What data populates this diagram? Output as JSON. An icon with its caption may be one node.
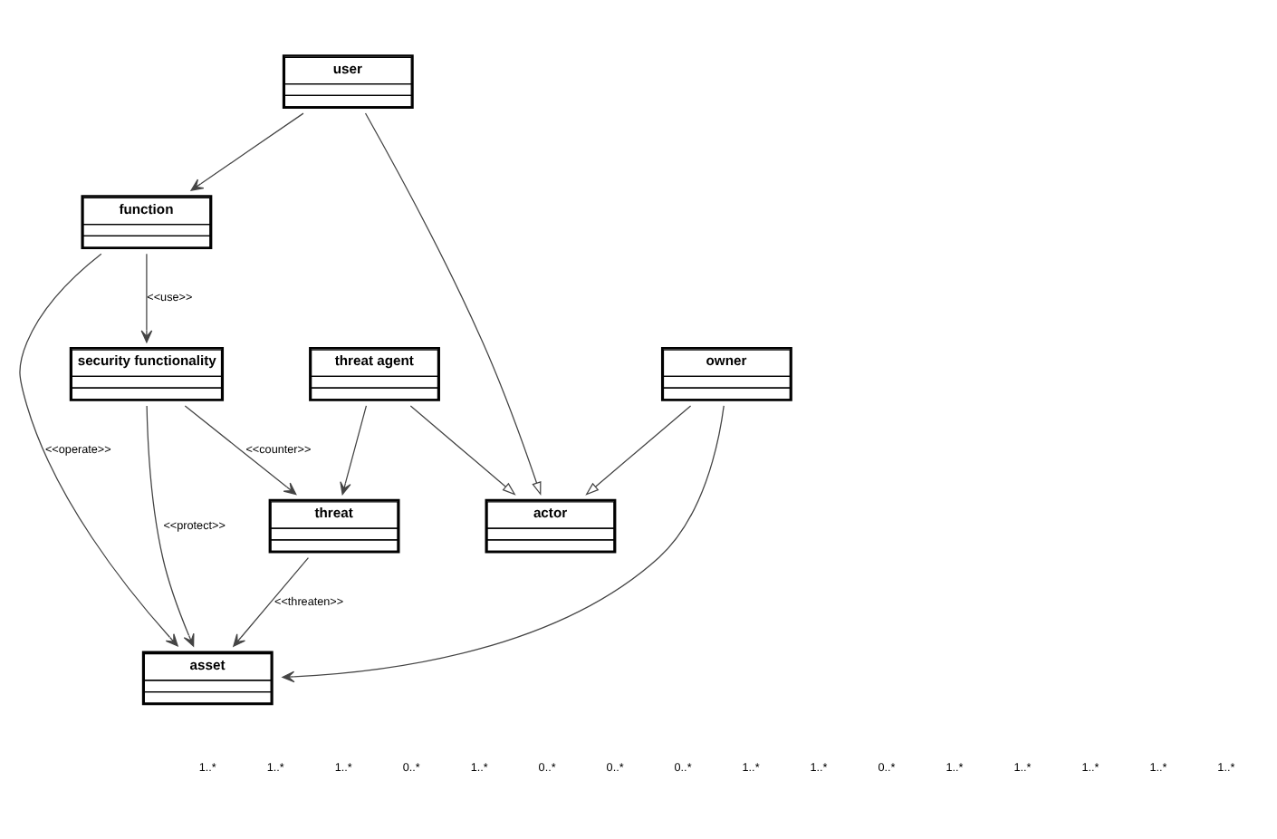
{
  "diagram": {
    "nodes": [
      {
        "text": [
          "user"
        ]
      },
      {
        "text": [
          "function"
        ]
      },
      {
        "text": [
          "actor"
        ]
      },
      {
        "text": [
          "owner"
        ]
      },
      {
        "text": [
          "asset"
        ]
      },
      {
        "text": [
          "security functionality"
        ]
      },
      {
        "text": [
          "threat agent"
        ]
      },
      {
        "text": [
          "threat"
        ]
      }
    ],
    "edges": [
      {
        "from": 0,
        "to": 1,
        "arrow": "to"
      },
      {
        "from": 0,
        "to": 2,
        "arrow": "to"
      },
      {
        "from": 3,
        "to": 2,
        "arrow": "to"
      },
      {
        "from": 3,
        "to": 4,
        "arrow": "to"
      },
      {
        "from": 1,
        "to": 4,
        "arrow": "to",
        "label": "<<operate>>"
      },
      {
        "from": 1,
        "to": 5,
        "arrow": "to",
        "label": "<<use>>"
      },
      {
        "from": 5,
        "to": 4,
        "arrow": "to",
        "label": "<<protect>>"
      },
      {
        "from": 6,
        "to": 2,
        "arrow": "to"
      },
      {
        "from": 6,
        "to": 7,
        "arrow": "to"
      },
      {
        "from": 7,
        "to": 4,
        "arrow": "to",
        "label": "<<threaten>>"
      },
      {
        "from": 5,
        "to": 7,
        "arrow": "to",
        "label": "<<counter>>"
      }
    ],
    "labels": [
      "1..*",
      "1..*",
      "1..*",
      "0..*",
      "1..*",
      "0..*",
      "0..*",
      "0..*",
      "1..*",
      "1..*",
      "0..*",
      "1..*",
      "1..*",
      "1..*",
      "1..*",
      "1..*"
    ]
  }
}
